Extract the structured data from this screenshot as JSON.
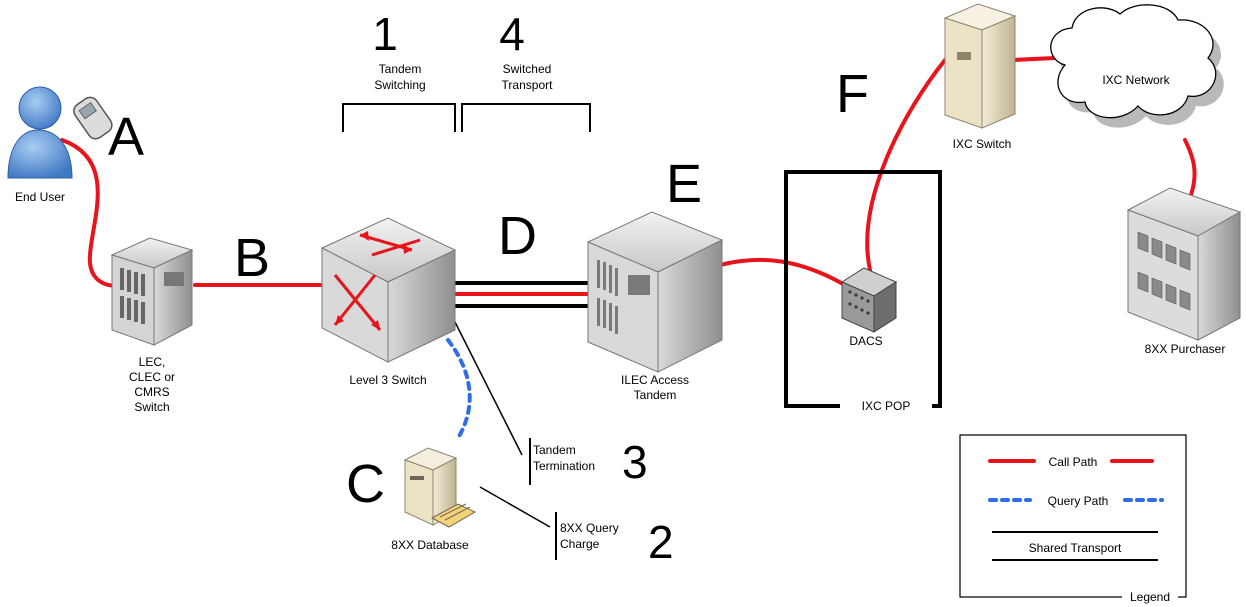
{
  "nodes": {
    "end_user": "End User",
    "lec_switch": [
      "LEC,",
      "CLEC or",
      "CMRS",
      "Switch"
    ],
    "level3_switch": "Level 3 Switch",
    "ilec_tandem": [
      "ILEC Access",
      "Tandem"
    ],
    "dacs": "DACS",
    "ixc_pop": "IXC POP",
    "ixc_switch": "IXC Switch",
    "ixc_network": "IXC Network",
    "purchaser": "8XX Purchaser",
    "database": "8XX Database"
  },
  "letters": {
    "a": "A",
    "b": "B",
    "c": "C",
    "d": "D",
    "e": "E",
    "f": "F"
  },
  "charges": {
    "one": {
      "number": "1",
      "lines": [
        "Tandem",
        "Switching"
      ]
    },
    "four": {
      "number": "4",
      "lines": [
        "Switched",
        "Transport"
      ]
    },
    "three": {
      "number": "3",
      "lines": [
        "Tandem",
        "Termination"
      ]
    },
    "two": {
      "number": "2",
      "lines": [
        "8XX Query",
        "Charge"
      ]
    }
  },
  "legend": {
    "title": "Legend",
    "call_path": "Call Path",
    "query_path": "Query Path",
    "shared_transport": "Shared Transport"
  },
  "colors": {
    "call_path": "#e8141b",
    "query_path": "#2d6de8",
    "shared_transport": "#000000"
  }
}
